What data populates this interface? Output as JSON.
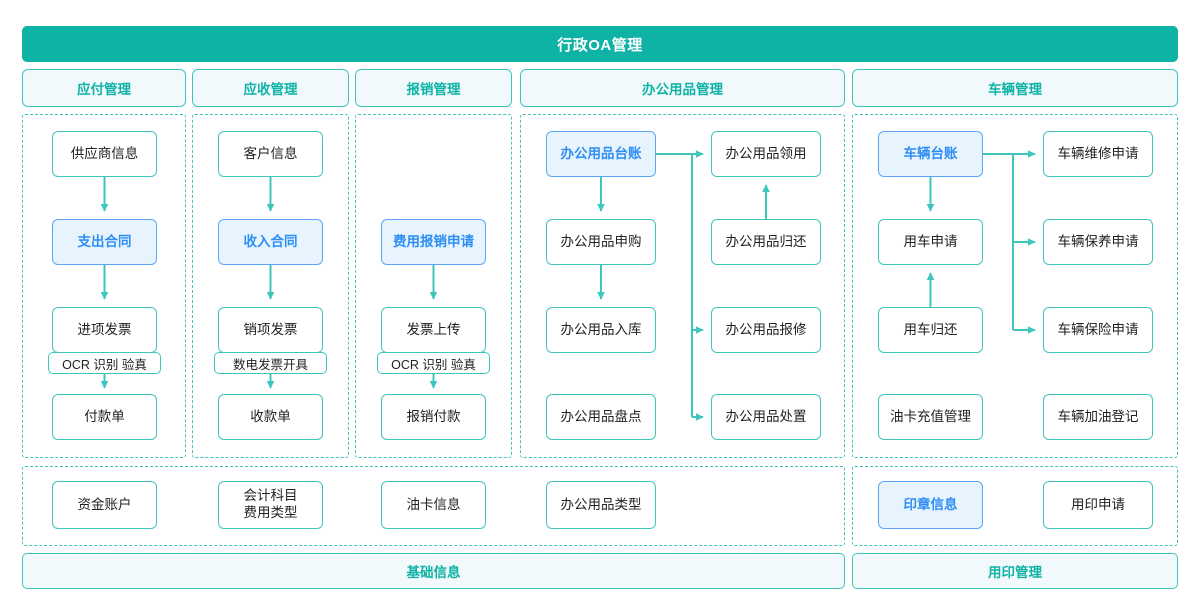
{
  "header": {
    "title": "行政OA管理",
    "accent": "#0fb3a5"
  },
  "colors": {
    "teal": "#0fb3a5",
    "teal_border": "#3fc6bc",
    "panel_bg": "#f2f9fc",
    "highlight_bg": "#e8f4fd",
    "highlight_border": "#5aa7f5",
    "highlight_text": "#2f8ef4",
    "node_text": "#222222"
  },
  "sections": [
    {
      "id": "payable",
      "label": "应付管理"
    },
    {
      "id": "receivable",
      "label": "应收管理"
    },
    {
      "id": "expense",
      "label": "报销管理"
    },
    {
      "id": "supplies",
      "label": "办公用品管理"
    },
    {
      "id": "vehicle",
      "label": "车辆管理"
    }
  ],
  "payable": {
    "nodes": [
      {
        "label": "供应商信息",
        "highlight": false
      },
      {
        "label": "支出合同",
        "highlight": true
      },
      {
        "label": "进项发票",
        "highlight": false
      },
      {
        "label": "付款单",
        "highlight": false
      }
    ],
    "subtag": "OCR 识别 验真"
  },
  "receivable": {
    "nodes": [
      {
        "label": "客户信息",
        "highlight": false
      },
      {
        "label": "收入合同",
        "highlight": true
      },
      {
        "label": "销项发票",
        "highlight": false
      },
      {
        "label": "收款单",
        "highlight": false
      }
    ],
    "subtag": "数电发票开具"
  },
  "expense": {
    "nodes": [
      {
        "label": "费用报销申请",
        "highlight": true
      },
      {
        "label": "发票上传",
        "highlight": false
      },
      {
        "label": "报销付款",
        "highlight": false
      }
    ],
    "subtag": "OCR 识别 验真"
  },
  "supplies": {
    "left": [
      {
        "label": "办公用品台账",
        "highlight": true
      },
      {
        "label": "办公用品申购",
        "highlight": false
      },
      {
        "label": "办公用品入库",
        "highlight": false
      },
      {
        "label": "办公用品盘点",
        "highlight": false
      }
    ],
    "right": [
      {
        "label": "办公用品领用",
        "highlight": false
      },
      {
        "label": "办公用品归还",
        "highlight": false
      },
      {
        "label": "办公用品报修",
        "highlight": false
      },
      {
        "label": "办公用品处置",
        "highlight": false
      }
    ]
  },
  "vehicle": {
    "left": [
      {
        "label": "车辆台账",
        "highlight": true
      },
      {
        "label": "用车申请",
        "highlight": false
      },
      {
        "label": "用车归还",
        "highlight": false
      },
      {
        "label": "油卡充值管理",
        "highlight": false
      }
    ],
    "right": [
      {
        "label": "车辆维修申请",
        "highlight": false
      },
      {
        "label": "车辆保养申请",
        "highlight": false
      },
      {
        "label": "车辆保险申请",
        "highlight": false
      },
      {
        "label": "车辆加油登记",
        "highlight": false
      }
    ]
  },
  "basic": {
    "footer": "基础信息",
    "nodes": [
      {
        "label": "资金账户",
        "highlight": false
      },
      {
        "label": "会计科目",
        "label2": "费用类型",
        "highlight": false
      },
      {
        "label": "油卡信息",
        "highlight": false
      },
      {
        "label": "办公用品类型",
        "highlight": false
      }
    ]
  },
  "seal": {
    "footer": "用印管理",
    "nodes": [
      {
        "label": "印章信息",
        "highlight": true
      },
      {
        "label": "用印申请",
        "highlight": false
      }
    ]
  }
}
